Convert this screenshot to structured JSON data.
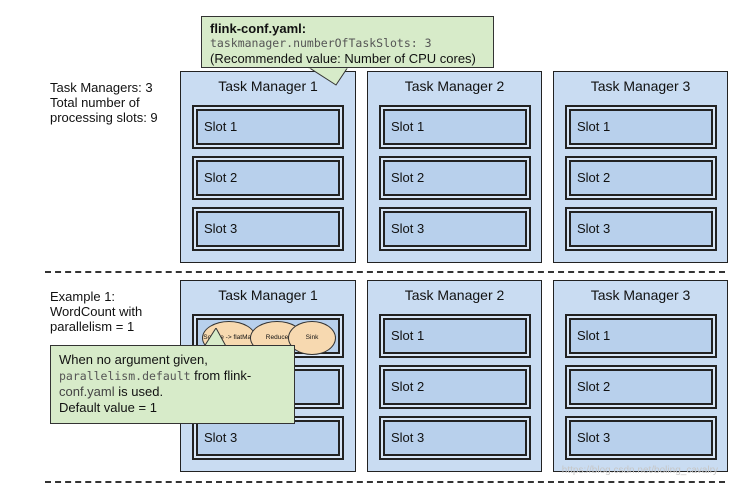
{
  "top_callout": {
    "title": "flink-conf.yaml:",
    "config_line": "taskmanager.numberOfTaskSlots: 3",
    "note": "(Recommended value: Number of CPU cores)"
  },
  "section1": {
    "label_lines": [
      "Task Managers: 3",
      "Total number of",
      "processing slots: 9"
    ],
    "task_managers": [
      {
        "title": "Task Manager 1",
        "slots": [
          "Slot 1",
          "Slot 2",
          "Slot 3"
        ]
      },
      {
        "title": "Task Manager 2",
        "slots": [
          "Slot 1",
          "Slot 2",
          "Slot 3"
        ]
      },
      {
        "title": "Task Manager 3",
        "slots": [
          "Slot 1",
          "Slot 2",
          "Slot 3"
        ]
      }
    ]
  },
  "section2": {
    "label_lines": [
      "Example 1:",
      "WordCount with",
      "parallelism = 1"
    ],
    "task_managers": [
      {
        "title": "Task Manager 1",
        "slots": [
          "",
          "",
          "Slot 3"
        ]
      },
      {
        "title": "Task Manager 2",
        "slots": [
          "Slot 1",
          "Slot 2",
          "Slot 3"
        ]
      },
      {
        "title": "Task Manager 3",
        "slots": [
          "Slot 1",
          "Slot 2",
          "Slot 3"
        ]
      }
    ],
    "operators": [
      "Source -> flatMap",
      "Reduce",
      "Sink"
    ],
    "callout": {
      "line1": "When no argument given,",
      "mono": "parallelism.default",
      "line2_rest": " from flink-",
      "line3_a": "conf.yaml",
      "line3_b": " is used.",
      "line4": "Default value = 1"
    }
  },
  "watermark": "https://blog.csdn.net/boling_cavalry"
}
